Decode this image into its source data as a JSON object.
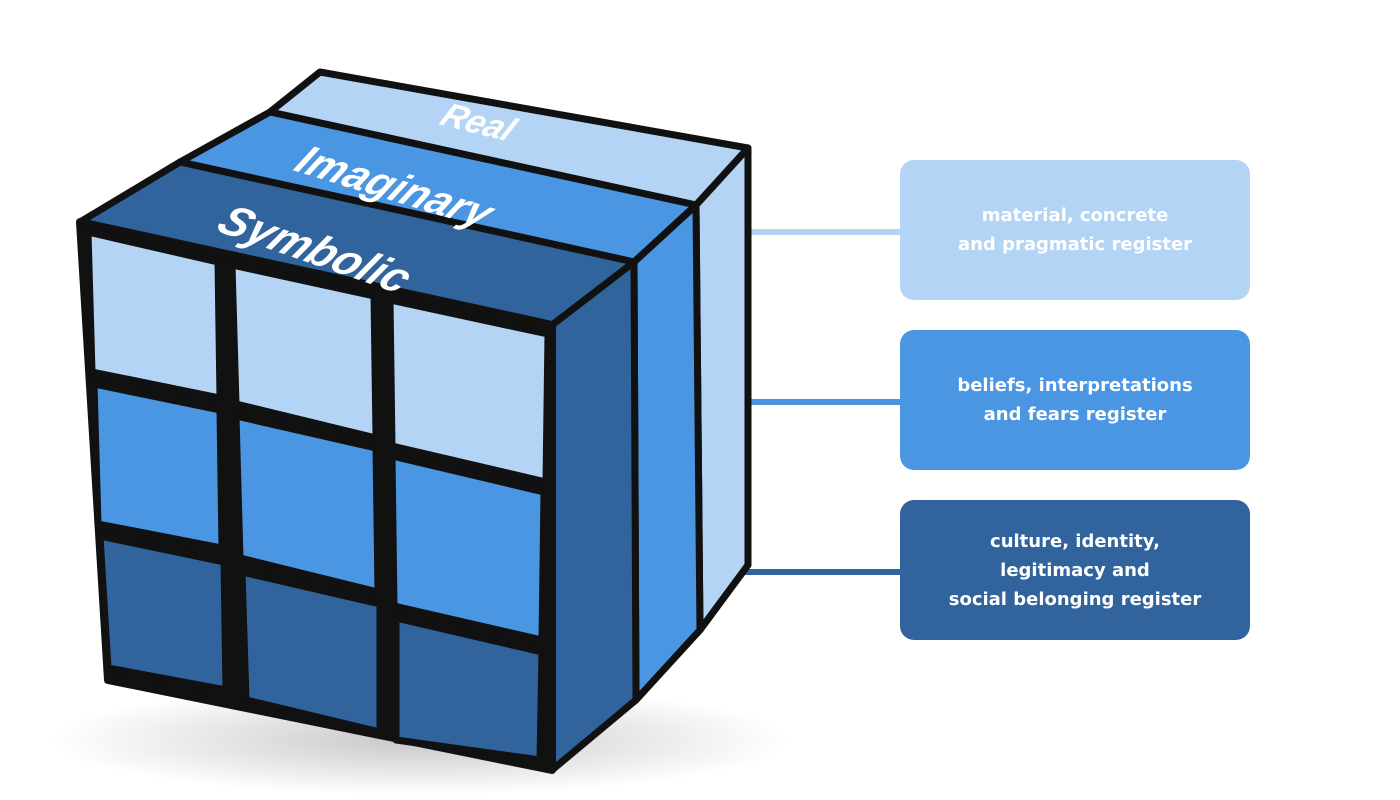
{
  "colors": {
    "real": "#b3d4f5",
    "imaginary": "#4a96e2",
    "symbolic": "#31649c",
    "outline": "#111111"
  },
  "cube": {
    "layers": [
      {
        "label": "Real",
        "color_key": "real"
      },
      {
        "label": "Imaginary",
        "color_key": "imaginary"
      },
      {
        "label": "Symbolic",
        "color_key": "symbolic"
      }
    ]
  },
  "registers": [
    {
      "layer": "Real",
      "color_key": "real",
      "lines": [
        "material, concrete",
        "and pragmatic register"
      ]
    },
    {
      "layer": "Imaginary",
      "color_key": "imaginary",
      "lines": [
        "beliefs, interpretations",
        "and fears register"
      ]
    },
    {
      "layer": "Symbolic",
      "color_key": "symbolic",
      "lines": [
        "culture, identity,",
        "legitimacy and",
        "social belonging register"
      ]
    }
  ]
}
